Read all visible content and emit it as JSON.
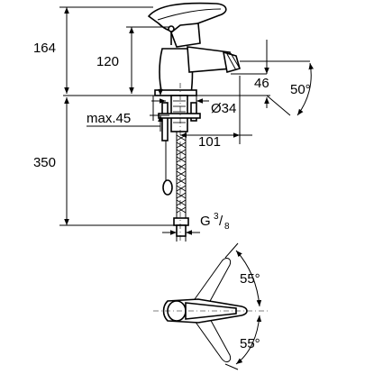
{
  "side_view": {
    "dim_total_height": "164",
    "dim_spout_height": "120",
    "dim_aerator": "46",
    "dim_spray_angle": "50°",
    "dim_max_deck": "max.45",
    "dim_hole_diameter": "Ø34",
    "dim_reach": "101",
    "dim_hose_length": "350",
    "dim_thread_g": "G",
    "dim_thread_num": "3",
    "dim_thread_den": "8"
  },
  "top_view": {
    "angle_upper": "55°",
    "angle_lower": "55°"
  }
}
